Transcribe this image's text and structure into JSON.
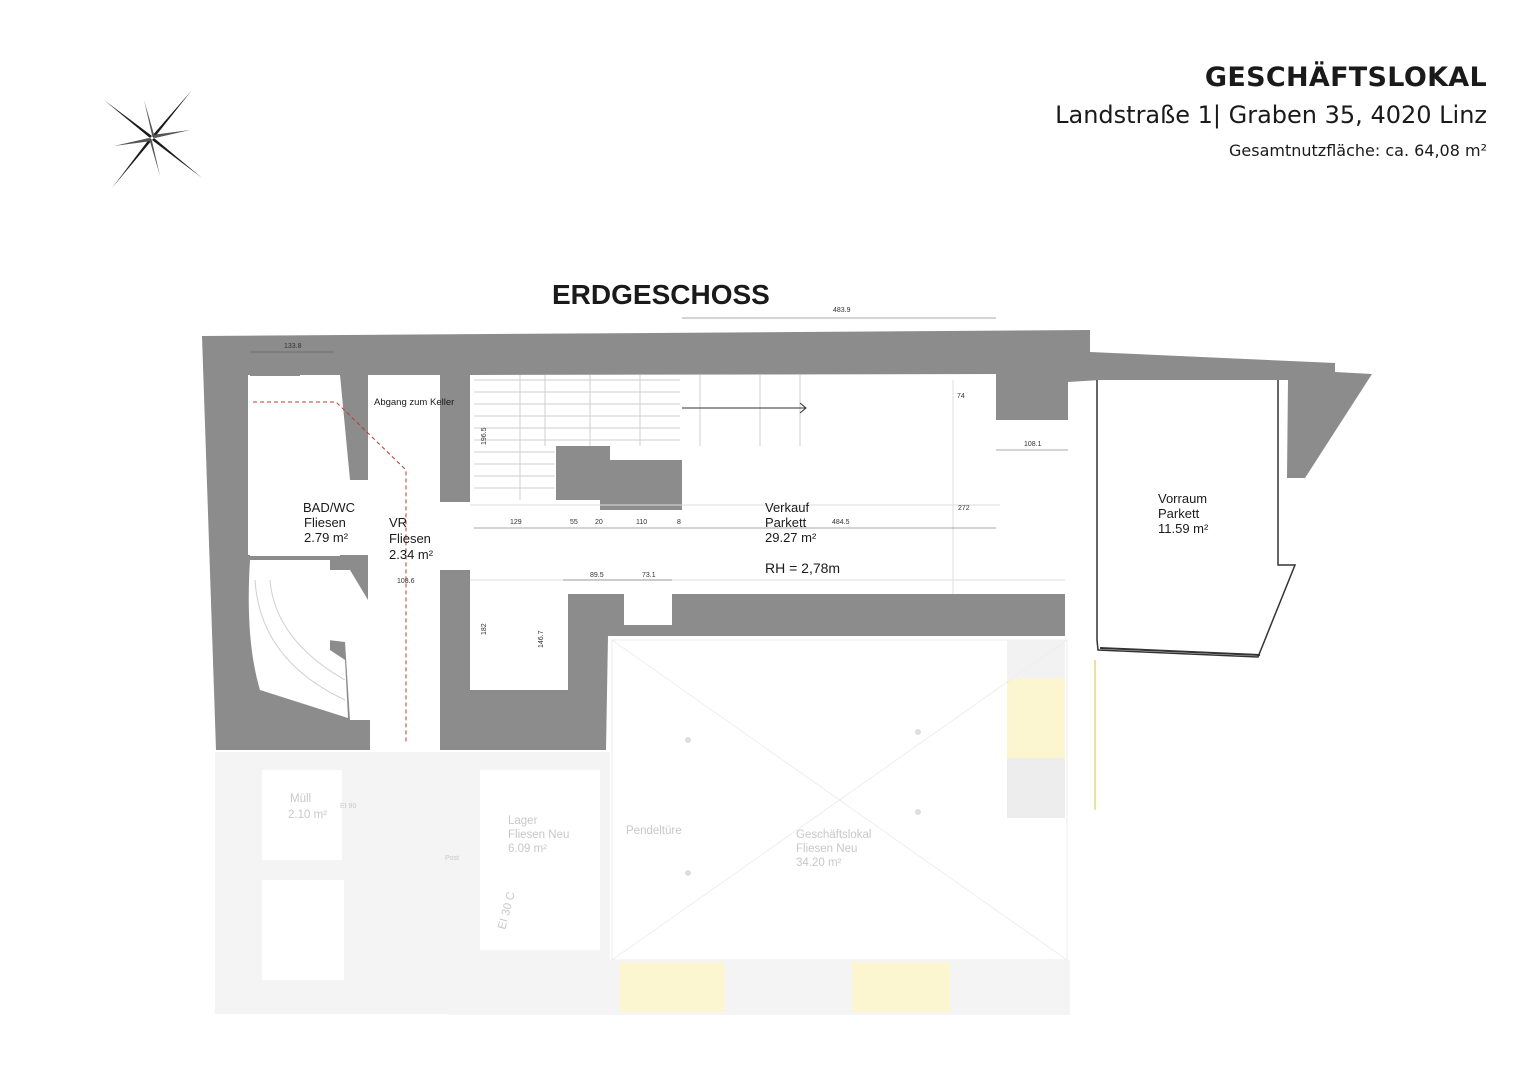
{
  "header": {
    "title": "GESCHÄFTSLOKAL",
    "address": "Landstraße 1| Graben 35, 4020 Linz",
    "area_total": "Gesamtnutzfläche: ca. 64,08 m²"
  },
  "plan": {
    "floor_title": "ERDGESCHOSS",
    "rooms": {
      "bad": {
        "name": "BAD/WC",
        "floor": "Fliesen",
        "area": "2.79 m²"
      },
      "vr": {
        "name": "VR",
        "floor": "Fliesen",
        "area": "2.34 m²"
      },
      "verkauf": {
        "name": "Verkauf",
        "floor": "Parkett",
        "area": "29.27 m²",
        "height": "RH = 2,78m"
      },
      "vorraum": {
        "name": "Vorraum",
        "floor": "Parkett",
        "area": "11.59 m²"
      }
    },
    "stair_label": "Abgang zum Keller",
    "dimensions": {
      "d4839": "483.9",
      "d1338": "133.8",
      "d74": "74",
      "d1081": "108.1",
      "d1965": "196.5",
      "d129": "129",
      "d55": "55",
      "d20": "20",
      "d110": "110",
      "d8": "8",
      "d4845": "484.5",
      "d272": "272",
      "d895": "89.5",
      "d731": "73.1",
      "d1086": "108.6",
      "d182": "182",
      "d1467": "146.7"
    },
    "faded": {
      "muell": {
        "name": "Müll",
        "area": "2.10 m²"
      },
      "lager": {
        "name": "Lager",
        "floor": "Fliesen Neu",
        "area": "6.09 m²"
      },
      "pendel": "Pendeltüre",
      "geschaeft": {
        "name": "Geschäftslokal",
        "floor": "Fliesen Neu",
        "area": "34.20 m²"
      },
      "ei90": "EI 90",
      "ei30": "EI 30 C",
      "post": "Post"
    }
  },
  "colors": {
    "wall": "#8c8c8c",
    "faded_wall": "#f2f2f2",
    "yellow": "#fbf6cf",
    "text": "#1a1a1a"
  }
}
